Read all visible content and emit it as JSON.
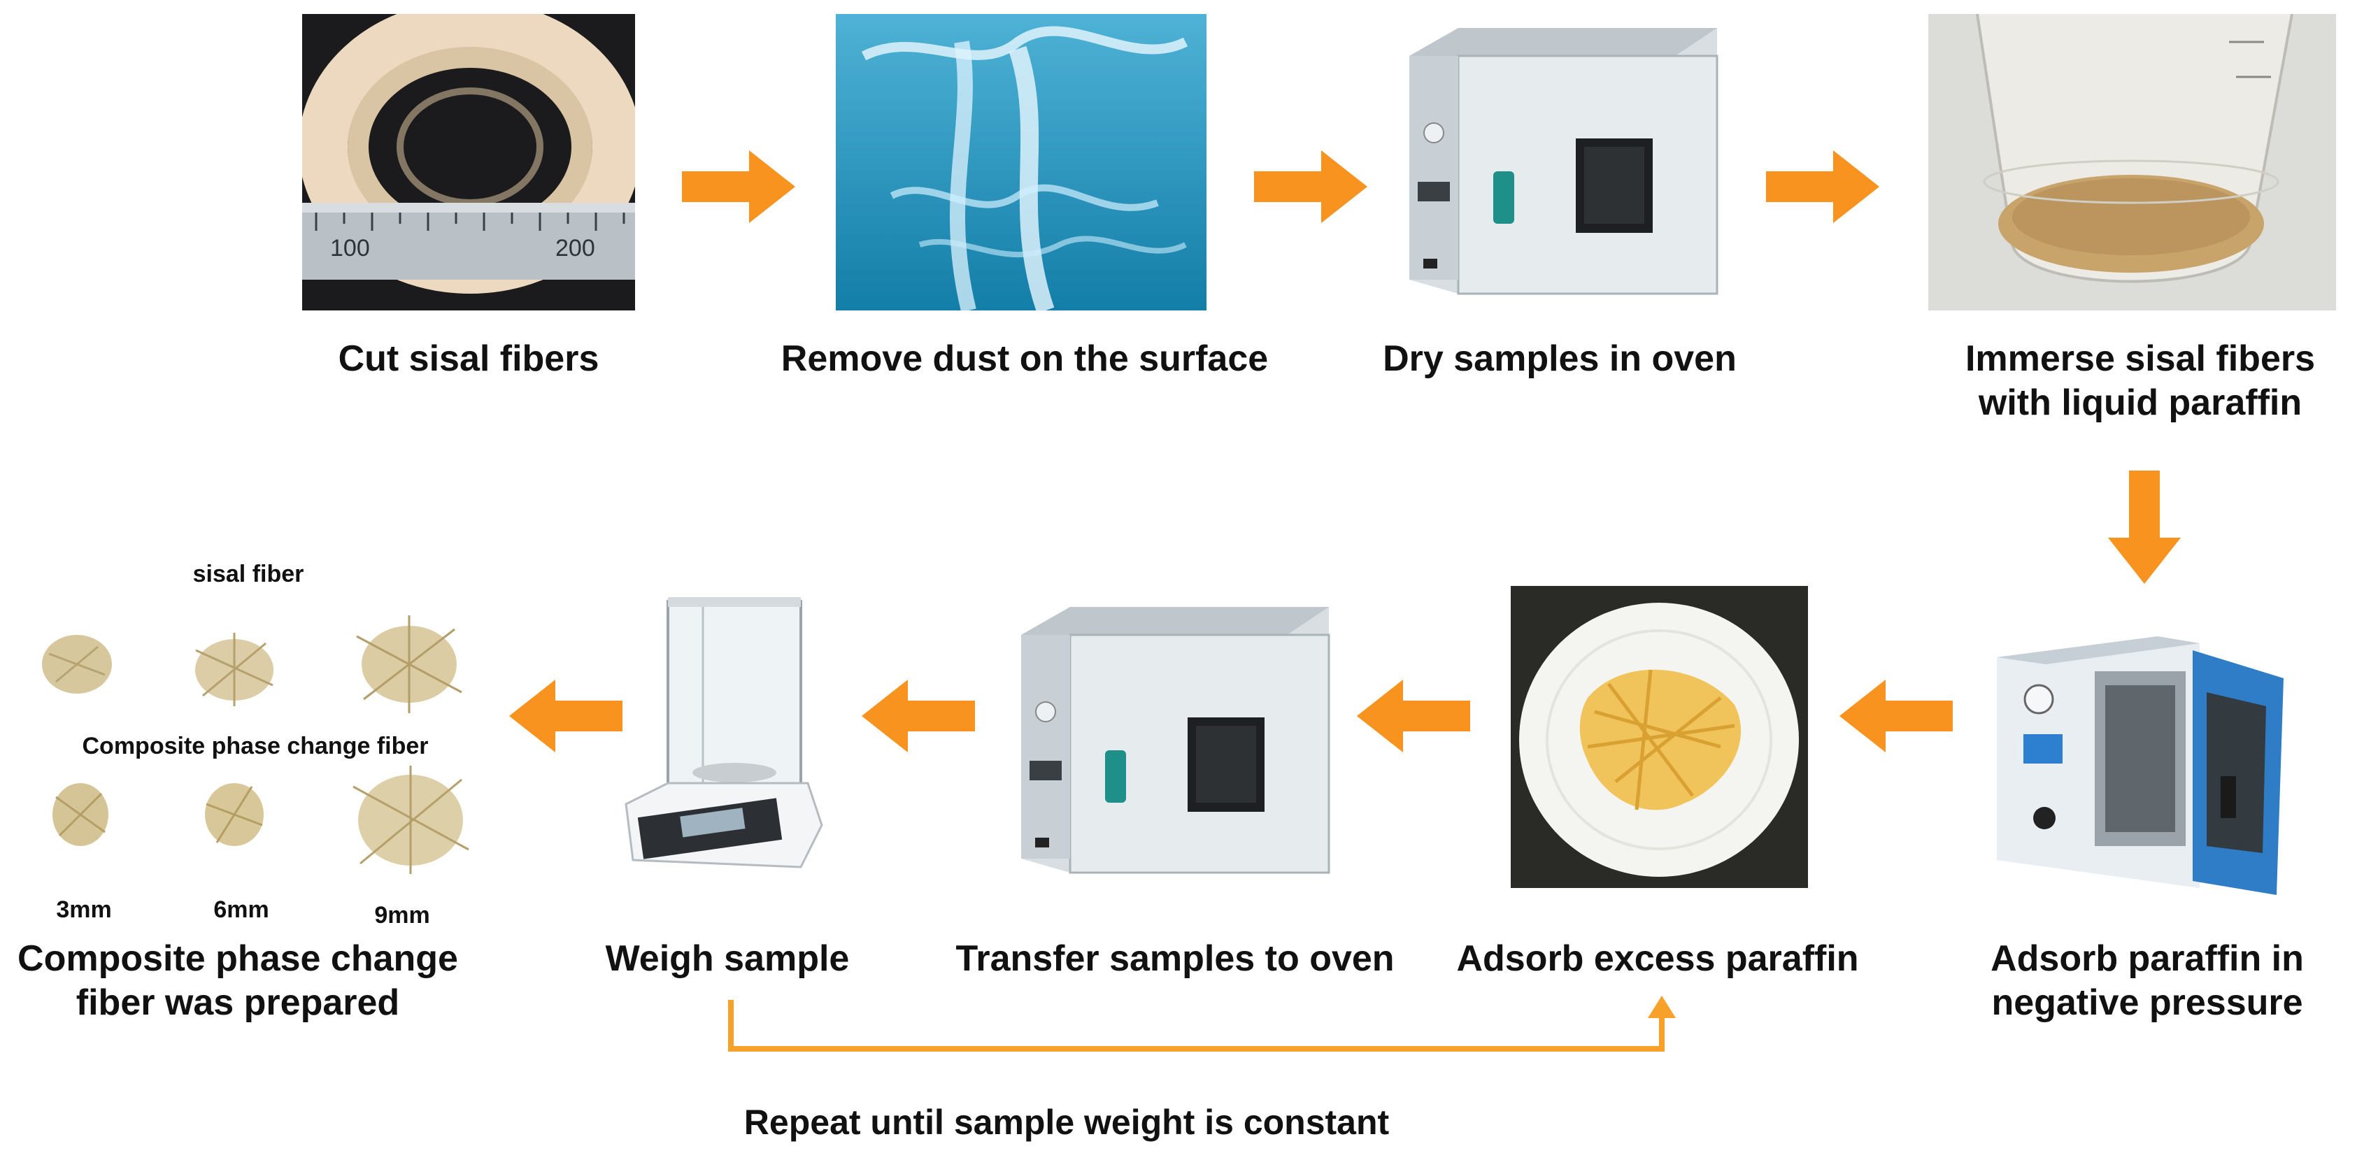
{
  "colors": {
    "arrow": "#f7931e",
    "bracket": "#f7a02a",
    "text": "#111111"
  },
  "steps": [
    {
      "label": "Cut sisal fibers",
      "image": "sisal-fiber-coil-with-ruler-photo"
    },
    {
      "label": "Remove dust on the surface",
      "image": "water-splash-photo"
    },
    {
      "label": "Dry samples in oven",
      "image": "drying-oven-photo"
    },
    {
      "label": "Immerse sisal fibers with liquid paraffin",
      "image": "beaker-with-fibers-photo"
    },
    {
      "label": "Adsorb paraffin in negative pressure",
      "image": "vacuum-oven-photo"
    },
    {
      "label": "Adsorb excess paraffin",
      "image": "fibers-on-plate-photo"
    },
    {
      "label": "Transfer samples to oven",
      "image": "drying-oven-photo"
    },
    {
      "label": "Weigh sample",
      "image": "analytical-balance-photo"
    },
    {
      "label": "Composite phase change fiber was prepared",
      "image": "fiber-samples-photo"
    }
  ],
  "ruler": {
    "mark_100": "100",
    "mark_200": "200"
  },
  "samples": {
    "row1_label": "sisal fiber",
    "row2_label": "Composite phase change fiber",
    "lengths": [
      "3mm",
      "6mm",
      "9mm"
    ]
  },
  "loop": {
    "label": "Repeat until sample weight is constant"
  }
}
